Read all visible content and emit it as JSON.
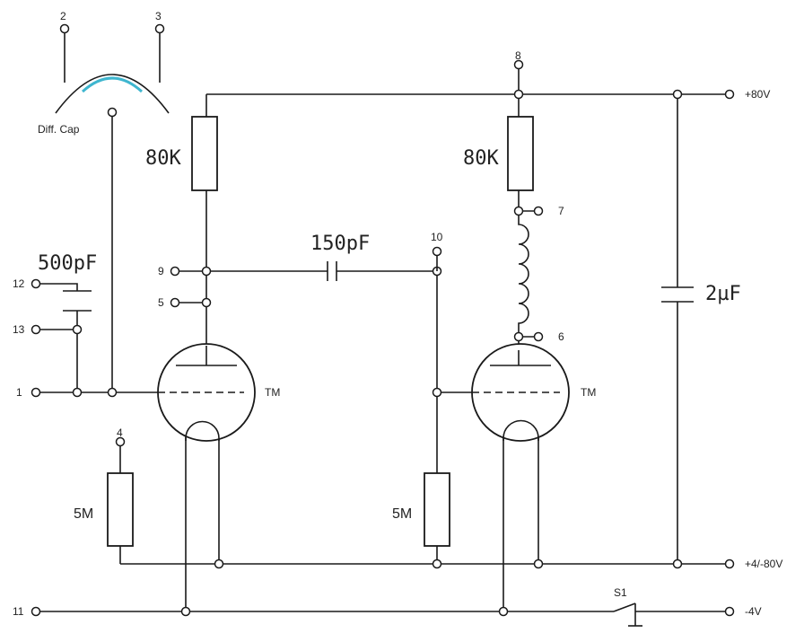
{
  "components": {
    "r_anode_left": "80K",
    "r_anode_right": "80K",
    "c_coupling": "150pF",
    "c_input": "500pF",
    "c_supply": "2µF",
    "r_grid_left": "5M",
    "r_grid_right": "5M",
    "tube_left": "TM",
    "tube_right": "TM",
    "diff_cap": "Diff. Cap",
    "switch": "S1"
  },
  "supplies": {
    "plus80": "+80V",
    "plus4_minus80": "+4/-80V",
    "minus4": "-4V"
  },
  "pins": {
    "p1": "1",
    "p2": "2",
    "p3": "3",
    "p4": "4",
    "p5": "5",
    "p6": "6",
    "p7": "7",
    "p8": "8",
    "p9": "9",
    "p10": "10",
    "p11": "11",
    "p12": "12",
    "p13": "13"
  },
  "colors": {
    "ink": "#1a1a1a",
    "diff_cap_arc": "#3fb6cf"
  }
}
